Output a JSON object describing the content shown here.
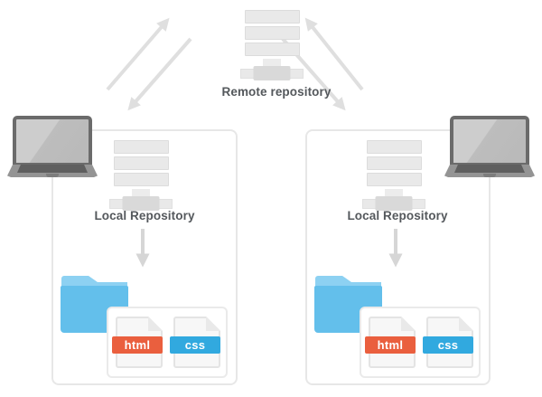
{
  "remote": {
    "label": "Remote repository",
    "icon": "server-icon"
  },
  "workstations": [
    {
      "side": "left",
      "device_icon": "laptop-icon",
      "local_repo_label": "Local Repository",
      "folder_icon": "folder-icon",
      "files": [
        {
          "label": "html",
          "color": "#ea5f3e"
        },
        {
          "label": "css",
          "color": "#31a9df"
        }
      ]
    },
    {
      "side": "right",
      "device_icon": "laptop-icon",
      "local_repo_label": "Local Repository",
      "folder_icon": "folder-icon",
      "files": [
        {
          "label": "html",
          "color": "#ea5f3e"
        },
        {
          "label": "css",
          "color": "#31a9df"
        }
      ]
    }
  ],
  "arrows": {
    "left_up": "sync-arrow-up-left-side",
    "left_down": "sync-arrow-down-left-side",
    "right_up": "sync-arrow-up-right-side",
    "right_down": "sync-arrow-down-right-side",
    "checkout_left": "down-arrow-left-box",
    "checkout_right": "down-arrow-right-box"
  },
  "colors": {
    "arrow_gray": "#dfdfdf",
    "box_border": "#e7e7e7",
    "server_fill": "#e9e9e9",
    "folder_blue": "#63bfeb",
    "folder_tab_blue": "#8dd1f2",
    "html_badge": "#ea5f3e",
    "css_badge": "#31a9df",
    "label_text": "#54585c"
  }
}
